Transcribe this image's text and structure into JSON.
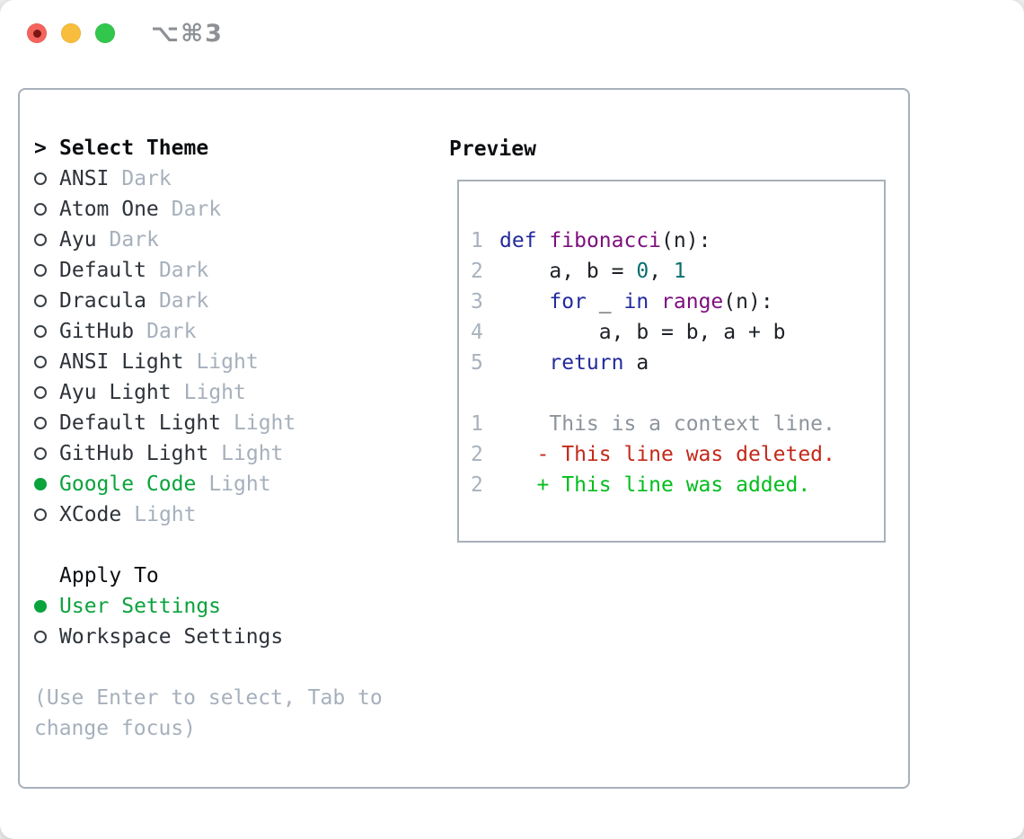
{
  "window": {
    "title": "⌥⌘3"
  },
  "colors": {
    "traffic_red": "#f4645c",
    "traffic_yellow": "#f8bd3c",
    "traffic_green": "#32c74c",
    "title_gray": "#8d9196",
    "border_gray": "#a7b0ba",
    "muted_gray": "#a6b0bc",
    "linenum_gray": "#a8b2bd",
    "context_gray": "#8d949c",
    "selection_green": "#0aa33c",
    "added_green": "#03bd1d",
    "deleted_red": "#c3291b",
    "keyword_blue": "#232a9c",
    "function_purple": "#7c0f7c",
    "literal_teal": "#0b6f6f"
  },
  "theme_selector": {
    "prompt_marker": ">",
    "header": "Select Theme",
    "items": [
      {
        "name": "ANSI",
        "variant": "Dark",
        "selected": false
      },
      {
        "name": "Atom One",
        "variant": "Dark",
        "selected": false
      },
      {
        "name": "Ayu",
        "variant": "Dark",
        "selected": false
      },
      {
        "name": "Default",
        "variant": "Dark",
        "selected": false
      },
      {
        "name": "Dracula",
        "variant": "Dark",
        "selected": false
      },
      {
        "name": "GitHub",
        "variant": "Dark",
        "selected": false
      },
      {
        "name": "ANSI Light",
        "variant": "Light",
        "selected": false
      },
      {
        "name": "Ayu Light",
        "variant": "Light",
        "selected": false
      },
      {
        "name": "Default Light",
        "variant": "Light",
        "selected": false
      },
      {
        "name": "GitHub Light",
        "variant": "Light",
        "selected": false
      },
      {
        "name": "Google Code",
        "variant": "Light",
        "selected": true
      },
      {
        "name": "XCode",
        "variant": "Light",
        "selected": false
      }
    ]
  },
  "apply_to": {
    "header": "Apply To",
    "items": [
      {
        "name": "User Settings",
        "selected": true
      },
      {
        "name": "Workspace Settings",
        "selected": false
      }
    ]
  },
  "help_text": "(Use Enter to select, Tab to\nchange focus)",
  "preview": {
    "header": "Preview",
    "code_lines": [
      {
        "num": "1",
        "segments": [
          {
            "text": "def",
            "style": "keyword"
          },
          {
            "text": " ",
            "style": "plain"
          },
          {
            "text": "fibonacci",
            "style": "function"
          },
          {
            "text": "(n):",
            "style": "plain"
          }
        ]
      },
      {
        "num": "2",
        "segments": [
          {
            "text": "    a, b = ",
            "style": "plain"
          },
          {
            "text": "0",
            "style": "literal"
          },
          {
            "text": ", ",
            "style": "plain"
          },
          {
            "text": "1",
            "style": "literal"
          }
        ]
      },
      {
        "num": "3",
        "segments": [
          {
            "text": "    ",
            "style": "plain"
          },
          {
            "text": "for",
            "style": "keyword"
          },
          {
            "text": " _ ",
            "style": "plain"
          },
          {
            "text": "in",
            "style": "keyword"
          },
          {
            "text": " ",
            "style": "plain"
          },
          {
            "text": "range",
            "style": "function"
          },
          {
            "text": "(n):",
            "style": "plain"
          }
        ]
      },
      {
        "num": "4",
        "segments": [
          {
            "text": "        a, b = b, a + b",
            "style": "plain"
          }
        ]
      },
      {
        "num": "5",
        "segments": [
          {
            "text": "    ",
            "style": "plain"
          },
          {
            "text": "return",
            "style": "keyword"
          },
          {
            "text": " a",
            "style": "plain"
          }
        ]
      }
    ],
    "diff_lines": [
      {
        "num": "1",
        "segments": [
          {
            "text": "    This is a context line.",
            "style": "context"
          }
        ]
      },
      {
        "num": "2",
        "segments": [
          {
            "text": "   - This line was deleted.",
            "style": "deleted"
          }
        ]
      },
      {
        "num": "2",
        "segments": [
          {
            "text": "   + This line was added.",
            "style": "added"
          }
        ]
      }
    ]
  }
}
